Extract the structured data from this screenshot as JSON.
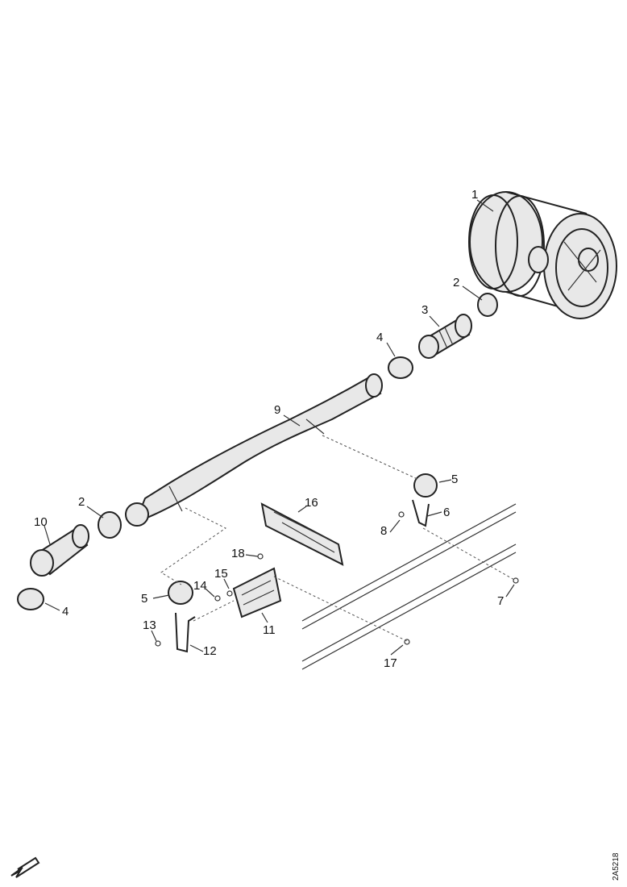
{
  "callouts": [
    {
      "id": "c1",
      "text": "1"
    },
    {
      "id": "c2a",
      "text": "2"
    },
    {
      "id": "c3",
      "text": "3"
    },
    {
      "id": "c4a",
      "text": "4"
    },
    {
      "id": "c9",
      "text": "9"
    },
    {
      "id": "c5a",
      "text": "5"
    },
    {
      "id": "c6",
      "text": "6"
    },
    {
      "id": "c8",
      "text": "8"
    },
    {
      "id": "c7",
      "text": "7"
    },
    {
      "id": "c2b",
      "text": "2"
    },
    {
      "id": "c10",
      "text": "10"
    },
    {
      "id": "c16",
      "text": "16"
    },
    {
      "id": "c18",
      "text": "18"
    },
    {
      "id": "c5b",
      "text": "5"
    },
    {
      "id": "c14",
      "text": "14"
    },
    {
      "id": "c15",
      "text": "15"
    },
    {
      "id": "c4b",
      "text": "4"
    },
    {
      "id": "c13",
      "text": "13"
    },
    {
      "id": "c12",
      "text": "12"
    },
    {
      "id": "c11",
      "text": "11"
    },
    {
      "id": "c17",
      "text": "17"
    }
  ],
  "drawing_code": "2A5218"
}
